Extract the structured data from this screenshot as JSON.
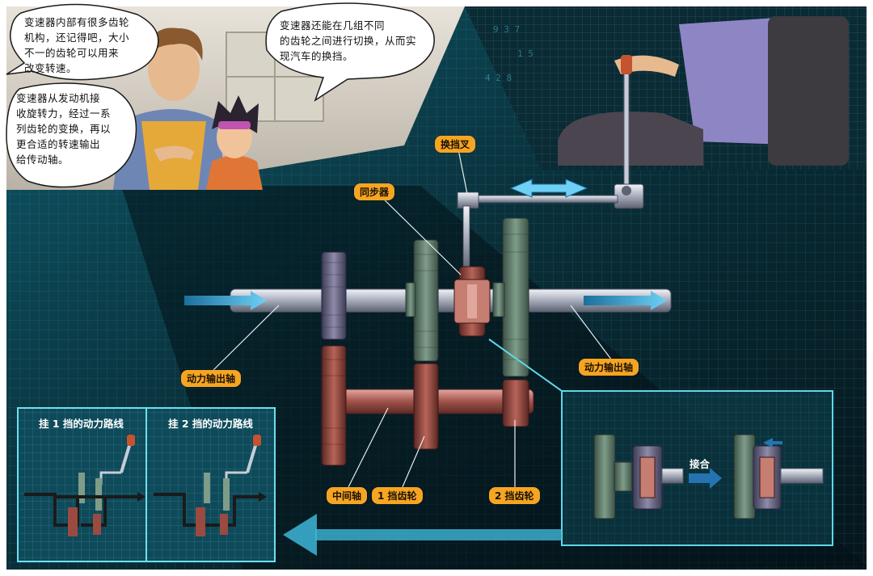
{
  "bubbles": {
    "top_left": "变速器内部有很多齿轮\n机构，还记得吧，大小\n不一的齿轮可以用来\n改变转速。",
    "middle_left": "变速器从发动机接\n收旋转力，经过一系\n列齿轮的变换，再以\n更合适的转速输出\n给传动轴。",
    "top_center": "变速器还能在几组不同\n的齿轮之间进行切换，从而实\n现汽车的换挡。"
  },
  "labels": {
    "shift_fork": "换挡叉",
    "synchronizer": "同步器",
    "input_shaft": "动力输出轴",
    "output_shaft": "动力输出轴",
    "countershaft": "中间轴",
    "gear_1": "1 挡齿轮",
    "gear_2": "2 挡齿轮"
  },
  "panels": {
    "first_gear_title": "挂 1 挡的动力路线",
    "second_gear_title": "挂 2 挡的动力路线"
  },
  "inset": {
    "engage_label": "接合"
  },
  "colors": {
    "background_dark": "#0b2a33",
    "grid_cyan": "#2fb8c8",
    "callout_orange": "#f6a522",
    "gear_green": "#5f7a68",
    "gear_red": "#9b4a40",
    "arrow_cyan": "#46b8e6"
  }
}
